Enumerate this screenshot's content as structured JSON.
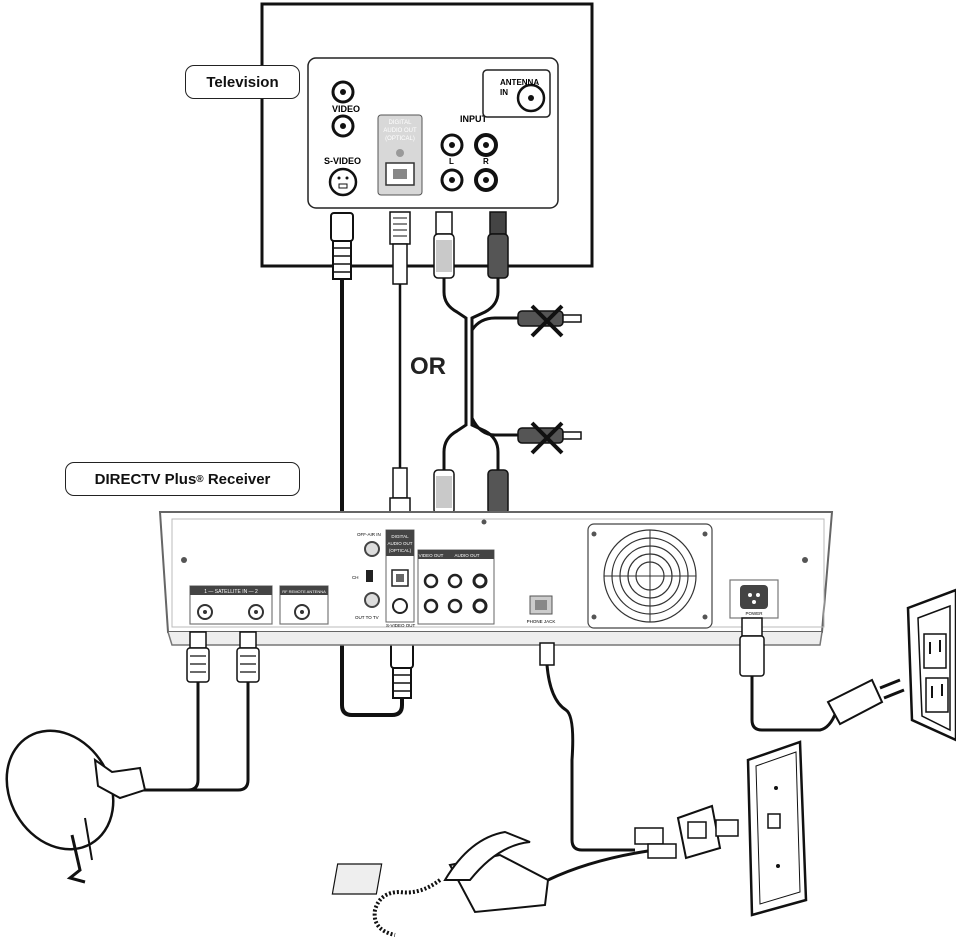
{
  "labels": {
    "television": "Television",
    "receiver_name": "DIRECTV Plus",
    "receiver_reg": "®",
    "receiver_suffix": " Receiver",
    "or": "OR"
  },
  "tv_panel": {
    "video": "VIDEO",
    "svideo": "S-VIDEO",
    "digital_audio_1": "DIGITAL",
    "digital_audio_2": "AUDIO OUT",
    "digital_audio_3": "(OPTICAL)",
    "input": "INPUT",
    "left": "L",
    "right": "R",
    "antenna_1": "ANTENNA",
    "antenna_2": "IN"
  },
  "receiver_panel": {
    "satellite_in": "1 — SATELLITE IN — 2",
    "remote_antenna": "RF REMOTE ANTENNA",
    "off_air_in": "OFF-AIR IN",
    "ch": "CH",
    "out_to_tv": "OUT TO TV",
    "digital_audio_1": "DIGITAL",
    "digital_audio_2": "AUDIO OUT",
    "digital_audio_3": "(OPTICAL)",
    "video_out": "VIDEO OUT",
    "audio_out": "AUDIO OUT",
    "svideo_out": "S-VIDEO OUT",
    "phone_jack": "PHONE JACK",
    "power": "POWER"
  }
}
